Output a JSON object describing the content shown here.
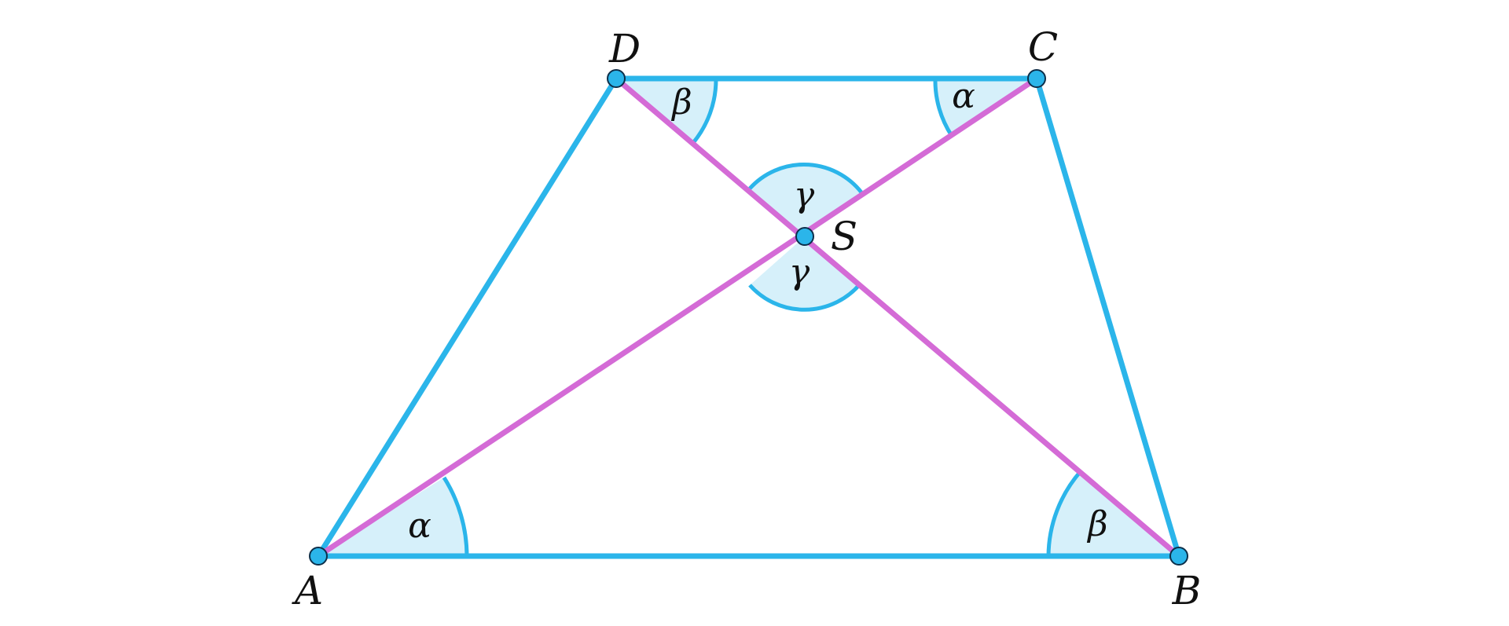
{
  "diagram": {
    "title": "",
    "colors": {
      "side": "#2bb5ea",
      "diagonal": "#d46bd6",
      "angle_fill": "#d6f0fa",
      "point_fill": "#2bb5ea",
      "point_stroke": "#0d2f4a",
      "label": "#111111"
    },
    "vertices": {
      "A": "A",
      "B": "B",
      "C": "C",
      "D": "D",
      "S": "S"
    },
    "angles": {
      "A": "α",
      "B": "β",
      "C": "α",
      "D": "β",
      "S_top": "γ",
      "S_bottom": "γ"
    }
  }
}
